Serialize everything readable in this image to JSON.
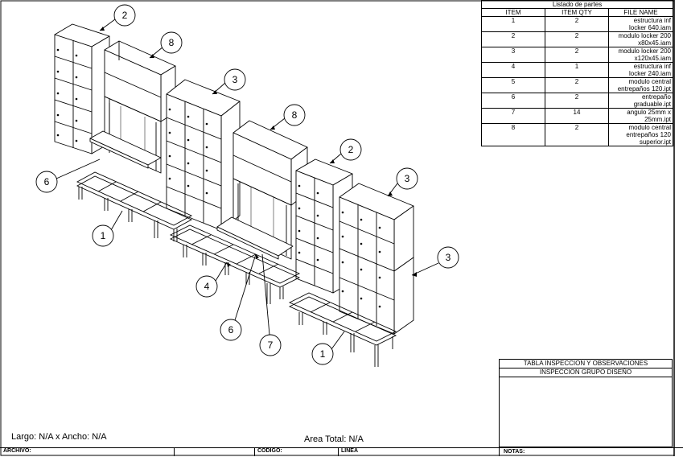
{
  "parts_list": {
    "caption": "Listado de partes",
    "headers": [
      "ITEM",
      "ITEM QTY",
      "FILE NAME"
    ],
    "rows": [
      {
        "item": "1",
        "qty": "2",
        "file": [
          "estructura inf",
          "locker 640.iam"
        ]
      },
      {
        "item": "2",
        "qty": "2",
        "file": [
          "modulo locker  200",
          "x80x45.iam"
        ]
      },
      {
        "item": "3",
        "qty": "2",
        "file": [
          "modulo locker  200",
          "x120x45.iam"
        ]
      },
      {
        "item": "4",
        "qty": "1",
        "file": [
          "estructura inf",
          "locker 240.iam"
        ]
      },
      {
        "item": "5",
        "qty": "2",
        "file": [
          "modulo central",
          "entrepaños 120.ipt"
        ]
      },
      {
        "item": "6",
        "qty": "2",
        "file": [
          "entrepaño",
          "graduable.ipt"
        ]
      },
      {
        "item": "7",
        "qty": "14",
        "file": [
          "angulo 25mm x",
          "25mm.ipt"
        ]
      },
      {
        "item": "8",
        "qty": "2",
        "file": [
          "modulo central",
          "entrepaños 120",
          "superior.ipt"
        ]
      }
    ]
  },
  "inspection": {
    "title": "TABLA INSPECCION Y OBSERVACIONES",
    "subtitle": "INSPECCION GRUPO DISEÑO"
  },
  "dimensions_text": "Largo: N/A x Ancho: N/A",
  "area_text": "Area Total: N/A",
  "title_block": {
    "archivo": "ARCHIVO:",
    "codigo": "CODIGO:",
    "linea": "LINEA",
    "notas": "NOTAS:"
  },
  "balloons": [
    "2",
    "8",
    "3",
    "8",
    "2",
    "3",
    "3",
    "6",
    "1",
    "4",
    "6",
    "7",
    "1"
  ]
}
